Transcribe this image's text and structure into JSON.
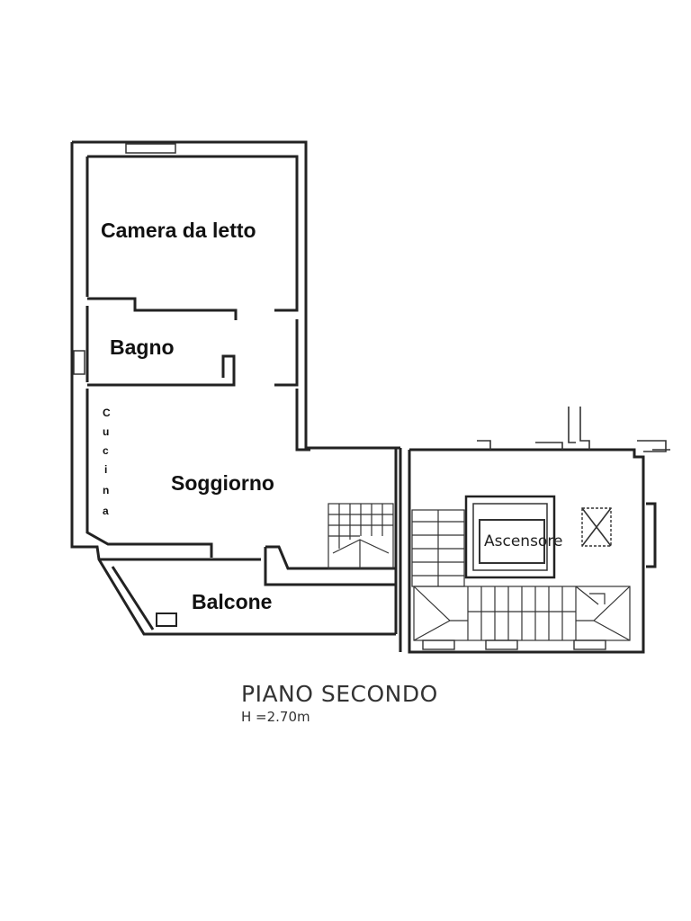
{
  "plan": {
    "rooms": {
      "camera": "Camera da letto",
      "bagno": "Bagno",
      "cucina": [
        "C",
        "u",
        "c",
        "i",
        "n",
        "a"
      ],
      "soggiorno": "Soggiorno",
      "balcone": "Balcone",
      "ascensore": "Ascensore"
    },
    "title": "PIANO SECONDO",
    "height": "H =2.70m"
  }
}
